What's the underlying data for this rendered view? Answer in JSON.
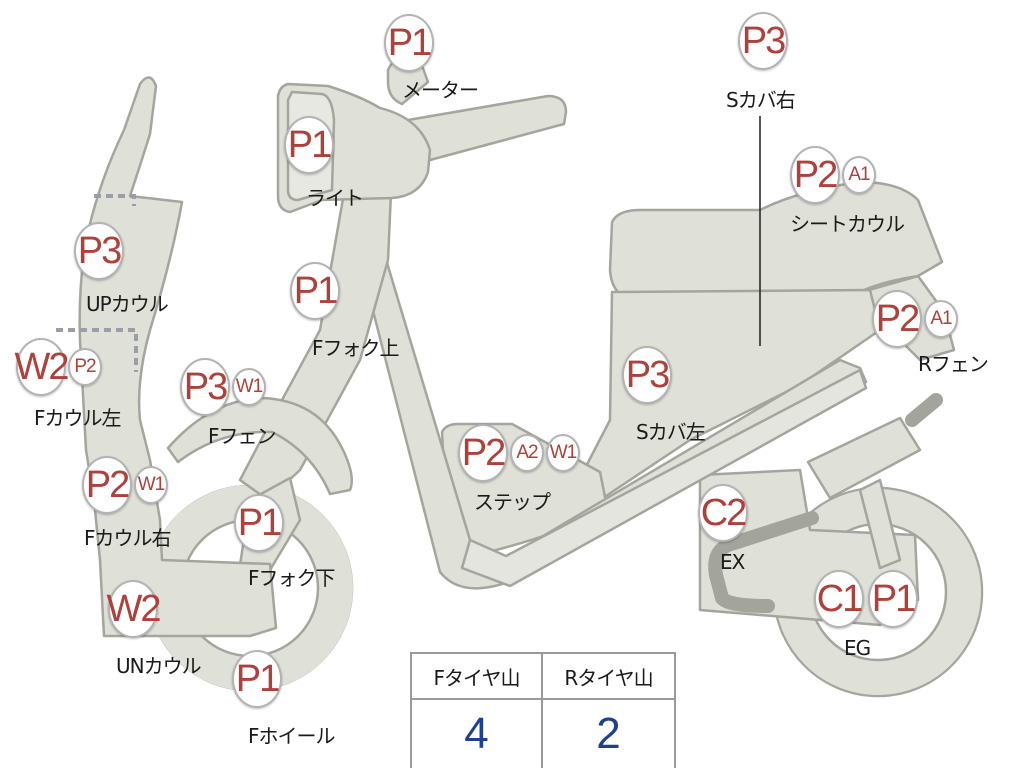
{
  "parts": [
    {
      "id": "meter",
      "badges": [
        "P1"
      ],
      "label": "メーター"
    },
    {
      "id": "side-cover-right",
      "badges": [
        "P3"
      ],
      "label": "Sカバ右"
    },
    {
      "id": "light",
      "badges": [
        "P1"
      ],
      "label": "ライト"
    },
    {
      "id": "seat-cowl",
      "badges": [
        "P2",
        "A1"
      ],
      "label": "シートカウル"
    },
    {
      "id": "up-cowl",
      "badges": [
        "P3"
      ],
      "label": "UPカウル"
    },
    {
      "id": "front-fork-upper",
      "badges": [
        "P1"
      ],
      "label": "Fフォク上"
    },
    {
      "id": "rear-fender",
      "badges": [
        "P2",
        "A1"
      ],
      "label": "Rフェン"
    },
    {
      "id": "front-cowl-left",
      "badges": [
        "W2",
        "P2"
      ],
      "label": "Fカウル左"
    },
    {
      "id": "front-fender",
      "badges": [
        "P3",
        "W1"
      ],
      "label": "Fフェン"
    },
    {
      "id": "side-cover-left",
      "badges": [
        "P3"
      ],
      "label": "Sカバ左"
    },
    {
      "id": "step",
      "badges": [
        "P2",
        "A2",
        "W1"
      ],
      "label": "ステップ"
    },
    {
      "id": "front-cowl-right",
      "badges": [
        "P2",
        "W1"
      ],
      "label": "Fカウル右"
    },
    {
      "id": "front-fork-lower",
      "badges": [
        "P1"
      ],
      "label": "Fフォク下"
    },
    {
      "id": "exhaust",
      "badges": [
        "C2"
      ],
      "label": "EX"
    },
    {
      "id": "under-cowl",
      "badges": [
        "W2"
      ],
      "label": "UNカウル"
    },
    {
      "id": "engine",
      "badges": [
        "C1",
        "P1"
      ],
      "label": "EG"
    },
    {
      "id": "front-wheel",
      "badges": [
        "P1"
      ],
      "label": "Fホイール"
    }
  ],
  "tire_table": {
    "headers": [
      "Fタイヤ山",
      "Rタイヤ山"
    ],
    "values": [
      "4",
      "2"
    ]
  },
  "colors": {
    "body": "#dfe0d8",
    "outline": "#a4a59d",
    "badge_text": "#b0403a",
    "table_value": "#1f3f8f"
  }
}
